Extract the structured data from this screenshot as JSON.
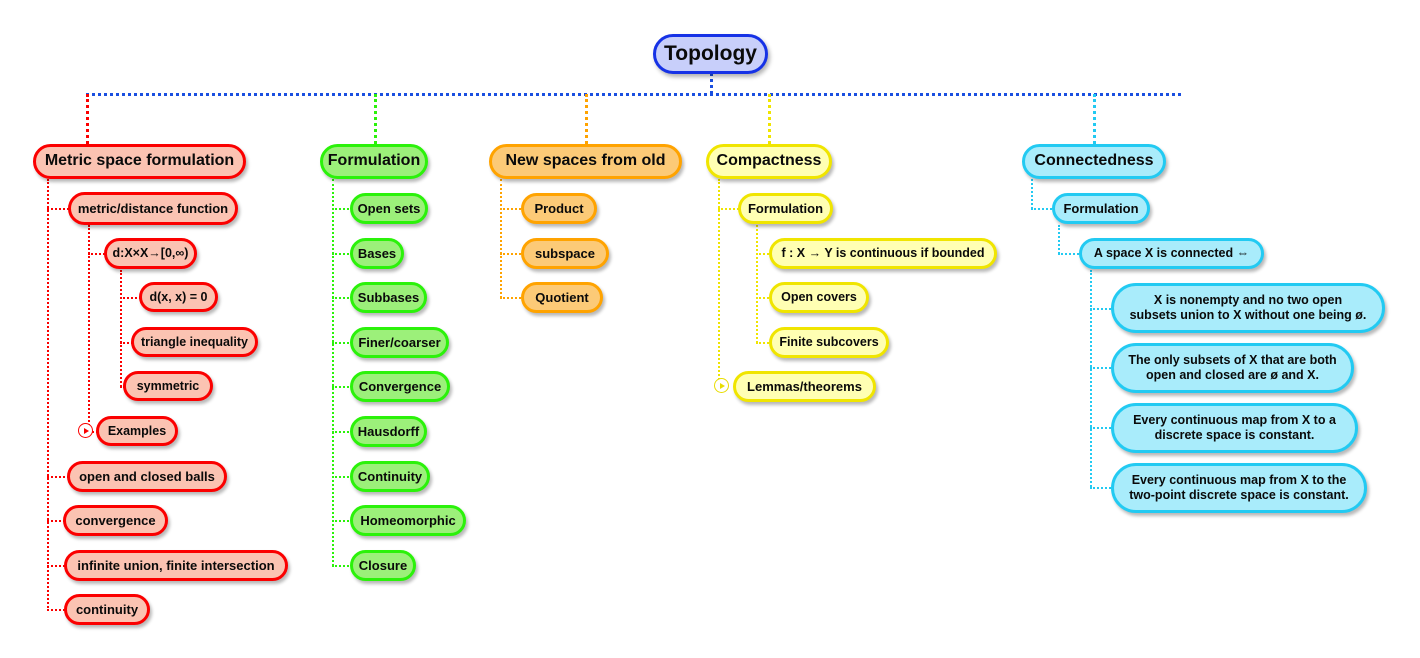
{
  "diagram": {
    "title": "Topology",
    "type": "mind-map",
    "root": {
      "label": "Topology",
      "color": "#1632e6",
      "fill": "#c8cffa"
    },
    "branches": [
      {
        "id": "metric-space-formulation",
        "label": "Metric space formulation",
        "color": "#fb0000",
        "fill": "#fbc3b2",
        "children": [
          {
            "label": "metric/distance function",
            "children": [
              {
                "label": "d:X×X→[0,∞)",
                "children": [
                  {
                    "label": "d(x, x) = 0"
                  },
                  {
                    "label": "triangle inequality"
                  },
                  {
                    "label": "symmetric"
                  }
                ]
              },
              {
                "label": "Examples",
                "expandable": true
              }
            ]
          },
          {
            "label": "open and closed balls"
          },
          {
            "label": "convergence"
          },
          {
            "label": "infinite union, finite intersection"
          },
          {
            "label": "continuity"
          }
        ]
      },
      {
        "id": "formulation",
        "label": "Formulation",
        "color": "#2bf20a",
        "fill": "#9cf07a",
        "children": [
          {
            "label": "Open sets"
          },
          {
            "label": "Bases"
          },
          {
            "label": "Subbases"
          },
          {
            "label": "Finer/coarser"
          },
          {
            "label": "Convergence"
          },
          {
            "label": "Hausdorff"
          },
          {
            "label": "Continuity"
          },
          {
            "label": "Homeomorphic"
          },
          {
            "label": "Closure"
          }
        ]
      },
      {
        "id": "new-spaces-from-old",
        "label": "New spaces from old",
        "color": "#ffa300",
        "fill": "#fcca77",
        "children": [
          {
            "label": "Product"
          },
          {
            "label": "subspace"
          },
          {
            "label": "Quotient"
          }
        ]
      },
      {
        "id": "compactness",
        "label": "Compactness",
        "color": "#f0e500",
        "fill": "#ffffb3",
        "children": [
          {
            "label": "Formulation",
            "children": [
              {
                "label": "f : X → Y is continuous if bounded"
              },
              {
                "label": "Open covers"
              },
              {
                "label": "Finite subcovers"
              }
            ]
          },
          {
            "label": "Lemmas/theorems",
            "expandable": true
          }
        ]
      },
      {
        "id": "connectedness",
        "label": "Connectedness",
        "color": "#22caf2",
        "fill": "#a9ecfb",
        "children": [
          {
            "label": "Formulation",
            "children": [
              {
                "label": "A space X is connected ⇔",
                "children": [
                  {
                    "label": "X is nonempty and no two open\nsubsets union to X without one being ø."
                  },
                  {
                    "label": "The only subsets of X that are both\nopen and closed are ø and X."
                  },
                  {
                    "label": "Every continuous map from X to a\ndiscrete space is constant."
                  },
                  {
                    "label": "Every continuous map from X to the\ntwo-point discrete space is constant."
                  }
                ]
              }
            ]
          }
        ]
      }
    ]
  },
  "nodes": {
    "root": "Topology",
    "b1": "Metric space formulation",
    "b1c1": "metric/distance function",
    "b1c1c1": "d:X×X→[0,∞)",
    "b1c1c1c1": "d(x, x) = 0",
    "b1c1c1c2": "triangle inequality",
    "b1c1c1c3": "symmetric",
    "b1c1c2": "Examples",
    "b1c2": "open and closed balls",
    "b1c3": "convergence",
    "b1c4": "infinite union, finite intersection",
    "b1c5": "continuity",
    "b2": "Formulation",
    "b2c1": "Open sets",
    "b2c2": "Bases",
    "b2c3": "Subbases",
    "b2c4": "Finer/coarser",
    "b2c5": "Convergence",
    "b2c6": "Hausdorff",
    "b2c7": "Continuity",
    "b2c8": "Homeomorphic",
    "b2c9": "Closure",
    "b3": "New spaces from old",
    "b3c1": "Product",
    "b3c2": "subspace",
    "b3c3": "Quotient",
    "b4": "Compactness",
    "b4c1": "Formulation",
    "b4c1c1": "f : X → Y is continuous if bounded",
    "b4c1c2": "Open covers",
    "b4c1c3": "Finite subcovers",
    "b4c2": "Lemmas/theorems",
    "b5": "Connectedness",
    "b5c1": "Formulation",
    "b5c1c1": "A space X is connected ⇔",
    "b5c1c1c1": "X is nonempty and no two open\nsubsets union to X without one being ø.",
    "b5c1c1c2": "The only subsets of X that are both\nopen and closed are ø and X.",
    "b5c1c1c3": "Every continuous map from X to a\ndiscrete space is constant.",
    "b5c1c1c4": "Every continuous map from X to the\ntwo-point discrete space is constant."
  }
}
